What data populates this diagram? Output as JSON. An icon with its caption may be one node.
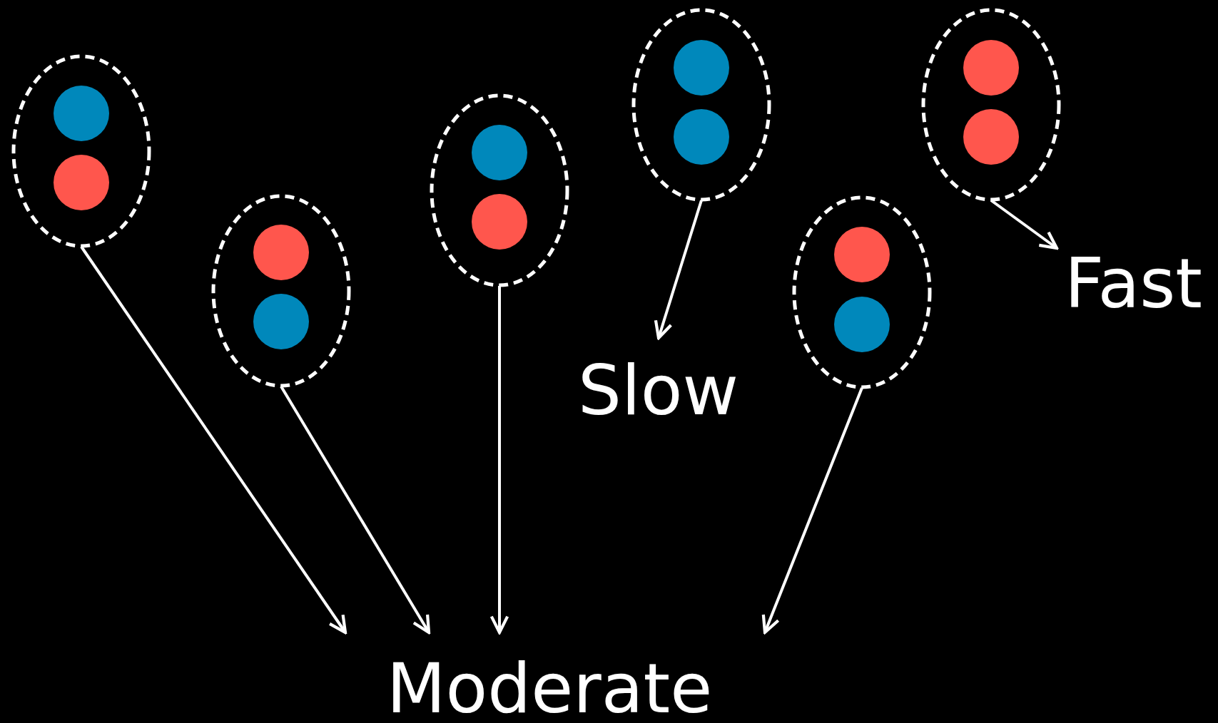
{
  "diagram": {
    "nodes": [
      {
        "text": [],
        "shape": "ellipse"
      },
      {
        "text": [],
        "shape": "circle",
        "in": 0
      },
      {
        "text": [],
        "shape": "circle",
        "in": 0
      },
      {
        "text": [],
        "shape": "ellipse"
      },
      {
        "text": [],
        "shape": "circle",
        "in": 3
      },
      {
        "text": [],
        "shape": "circle",
        "in": 3
      },
      {
        "text": [],
        "shape": "ellipse"
      },
      {
        "text": [],
        "shape": "circle",
        "in": 6
      },
      {
        "text": [],
        "shape": "circle",
        "in": 6
      },
      {
        "text": [],
        "shape": "ellipse"
      },
      {
        "text": [],
        "shape": "circle",
        "in": 9
      },
      {
        "text": [],
        "shape": "circle",
        "in": 9
      },
      {
        "text": [],
        "shape": "ellipse"
      },
      {
        "text": [],
        "shape": "circle",
        "in": 12
      },
      {
        "text": [],
        "shape": "circle",
        "in": 12
      },
      {
        "text": [],
        "shape": "ellipse"
      },
      {
        "text": [],
        "shape": "circle",
        "in": 15
      },
      {
        "text": [],
        "shape": "circle",
        "in": 15
      },
      {
        "text": [
          "Slow"
        ]
      },
      {
        "text": [
          "Fast"
        ]
      },
      {
        "text": [
          "Moderate"
        ]
      }
    ],
    "edges": [
      {
        "from": 0,
        "to": 20,
        "arrow": "to"
      },
      {
        "from": 3,
        "to": 20,
        "arrow": "to"
      },
      {
        "from": 6,
        "to": 20,
        "arrow": "to"
      },
      {
        "from": 9,
        "to": 18,
        "arrow": "to"
      },
      {
        "from": 12,
        "to": 20,
        "arrow": "to"
      },
      {
        "from": 15,
        "to": 19,
        "arrow": "to"
      }
    ]
  }
}
